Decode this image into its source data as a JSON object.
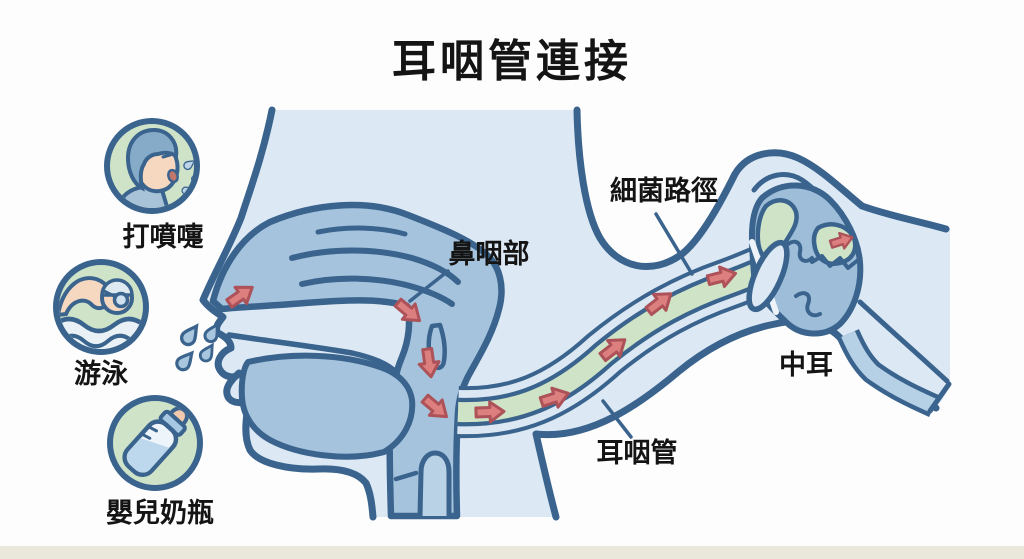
{
  "title": "耳咽管連接",
  "risk_factors": [
    {
      "label": "打噴嚏",
      "icon": "sneezing-person-icon"
    },
    {
      "label": "游泳",
      "icon": "swimmer-icon"
    },
    {
      "label": "嬰兒奶瓶",
      "icon": "baby-bottle-icon"
    }
  ],
  "labels": {
    "nasopharynx": "鼻咽部",
    "bacteria_path": "細菌路徑",
    "middle_ear": "中耳",
    "eustachian_tube": "耳咽管"
  },
  "colors": {
    "outline": "#3a648e",
    "head_fill": "#dce9f4",
    "cavity_fill": "#a5c3dc",
    "tube_green": "#cfe3c6",
    "icon_green": "#cfe3c9",
    "arrow_red": "#dd7f7f",
    "text": "#141414"
  }
}
